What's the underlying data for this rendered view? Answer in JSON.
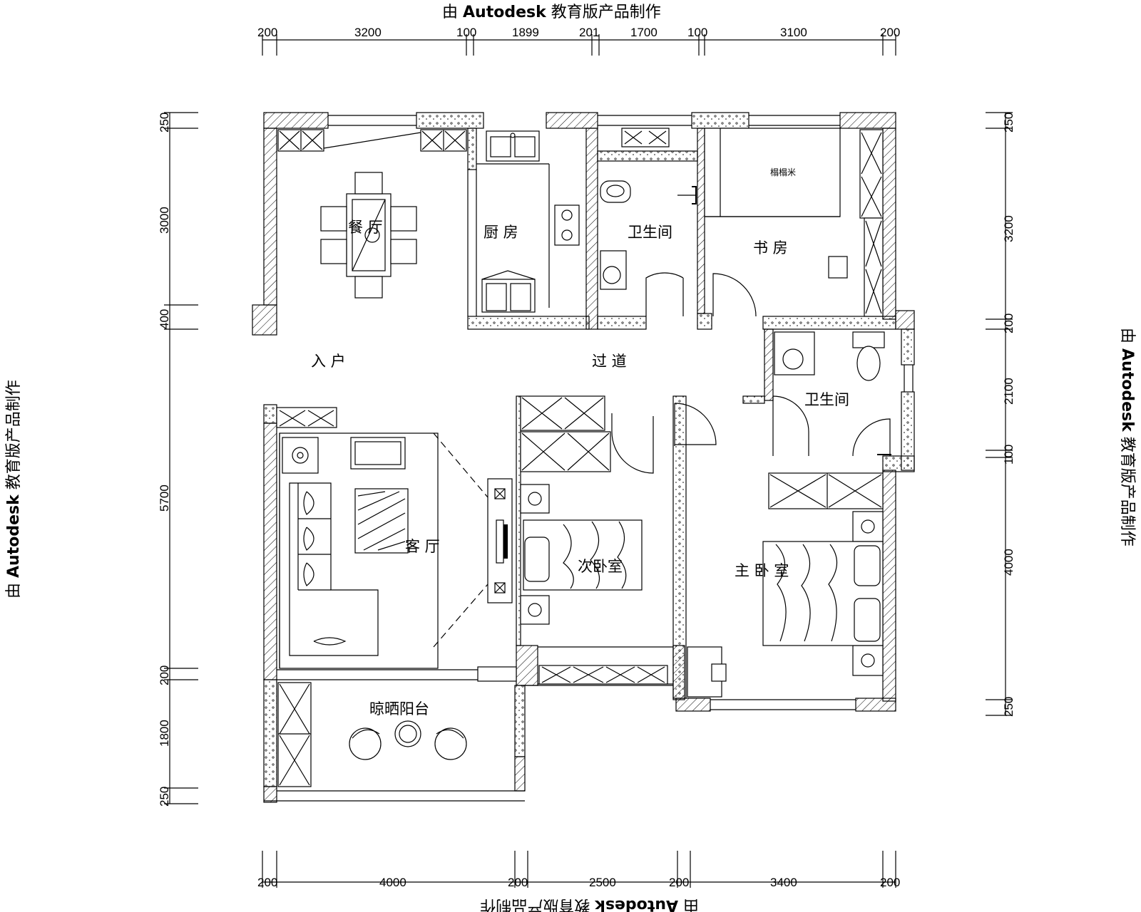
{
  "watermark": {
    "prefix": "由",
    "brand": "Autodesk",
    "suffix": "教育版产品制作"
  },
  "dimensions": {
    "top": [
      "200",
      "3200",
      "100",
      "1899",
      "201",
      "1700",
      "100",
      "3100",
      "200"
    ],
    "bottom": [
      "200",
      "4000",
      "200",
      "2500",
      "200",
      "3400",
      "200"
    ],
    "left": [
      "250",
      "3000",
      "400",
      "5700",
      "200",
      "1800",
      "250"
    ],
    "right": [
      "250",
      "3200",
      "200",
      "2100",
      "100",
      "4000",
      "250"
    ]
  },
  "rooms": {
    "dining": "餐 厅",
    "kitchen": "厨 房",
    "bath1": "卫生间",
    "study": "书 房",
    "study_bed": "榻榻米",
    "entry": "入 户",
    "corridor": "过 道",
    "bath2": "卫生间",
    "living": "客 厅",
    "second_bedroom": "次卧室",
    "master_bedroom": "主 卧 室",
    "balcony": "晾晒阳台"
  }
}
